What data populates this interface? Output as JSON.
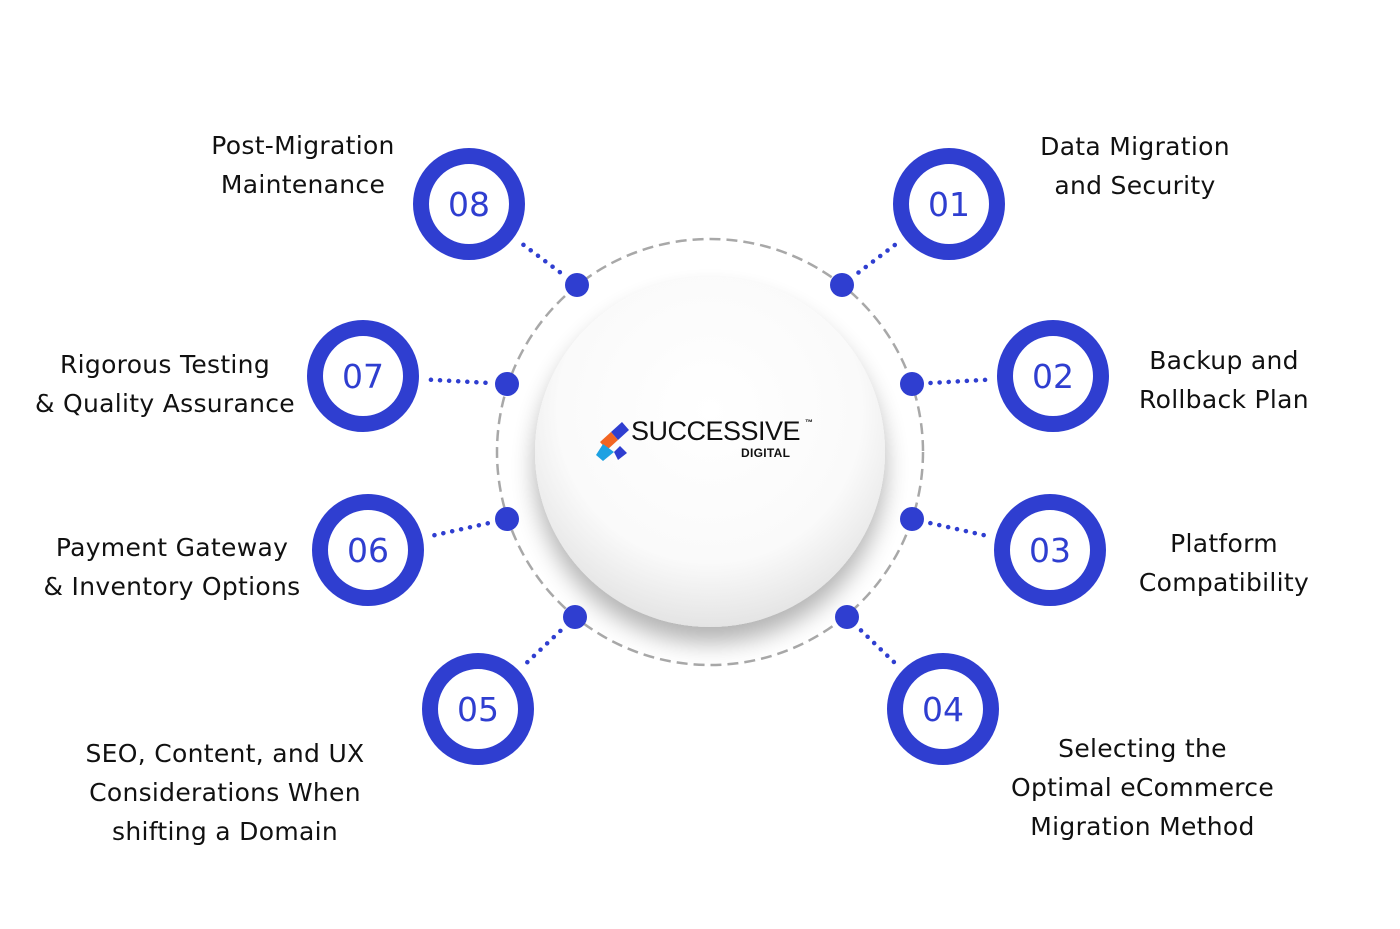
{
  "brand": {
    "name": "SUCCESSIVE",
    "trademark": "™",
    "subtitle": "DIGITAL",
    "icon": "successive-digital-logo-icon",
    "colors": {
      "orange": "#f26522",
      "blue": "#1da1e2",
      "navy": "#2f3ed0"
    }
  },
  "colors": {
    "accent": "#2f3ed0",
    "ring_dash": "#a8a8a8",
    "text": "#111111"
  },
  "steps": [
    {
      "number": "01",
      "label_lines": [
        "Data Migration",
        "and Security"
      ]
    },
    {
      "number": "02",
      "label_lines": [
        "Backup and",
        "Rollback Plan"
      ]
    },
    {
      "number": "03",
      "label_lines": [
        "Platform",
        "Compatibility"
      ]
    },
    {
      "number": "04",
      "label_lines": [
        "Selecting the",
        "Optimal eCommerce",
        "Migration Method"
      ]
    },
    {
      "number": "05",
      "label_lines": [
        "SEO, Content, and UX",
        "Considerations When",
        "shifting a Domain"
      ]
    },
    {
      "number": "06",
      "label_lines": [
        "Payment Gateway",
        "& Inventory Options"
      ]
    },
    {
      "number": "07",
      "label_lines": [
        "Rigorous Testing",
        "& Quality Assurance"
      ]
    },
    {
      "number": "08",
      "label_lines": [
        "Post-Migration",
        "Maintenance"
      ]
    }
  ]
}
